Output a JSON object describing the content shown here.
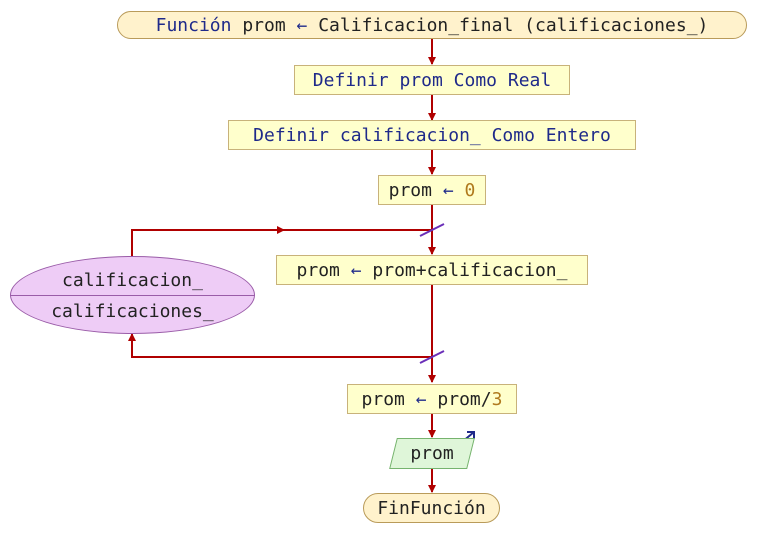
{
  "header": {
    "keyword": "Función",
    "var": "prom",
    "arrow": "←",
    "name": "Calificacion_final",
    "params": "(calificaciones_)"
  },
  "steps": {
    "def1": {
      "kw1": "Definir",
      "var": "prom",
      "kw2": "Como",
      "type": "Real"
    },
    "def2": {
      "kw1": "Definir",
      "var": "calificacion_",
      "kw2": "Como",
      "type": "Entero"
    },
    "assign1": {
      "var": "prom",
      "arrow": "←",
      "value": "0"
    },
    "loop_body": {
      "var": "prom",
      "arrow": "←",
      "expr": "prom+calificacion_"
    },
    "assign2": {
      "var": "prom",
      "arrow": "←",
      "expr": "prom/",
      "num": "3"
    },
    "output": {
      "text": "prom"
    },
    "end": {
      "text": "FinFunción"
    }
  },
  "loop": {
    "var": "calificacion_",
    "collection": "calificaciones_"
  },
  "colors": {
    "line": "#b00000",
    "keyword": "#1f2a8a",
    "number": "#b07a1e",
    "process_fill": "#ffffcc",
    "terminal_fill": "#fff2cc",
    "loop_fill": "#eeccf6",
    "output_fill": "#dff6d9",
    "tick": "#6a2fb8"
  }
}
